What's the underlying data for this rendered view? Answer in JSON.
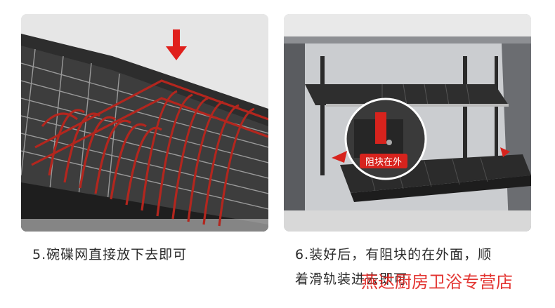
{
  "steps": [
    {
      "caption": "5.碗碟网直接放下去即可"
    },
    {
      "caption_line1": "6.装好后，有阻块的在外面，顺",
      "caption_line2": "着滑轨装进去即可",
      "callout": "阻块在外"
    }
  ],
  "watermark": "燕达厨房卫浴专营店",
  "colors": {
    "rack_red": "#b3261e",
    "frame_black": "#2a2a2a",
    "arrow_red": "#e0201c"
  }
}
